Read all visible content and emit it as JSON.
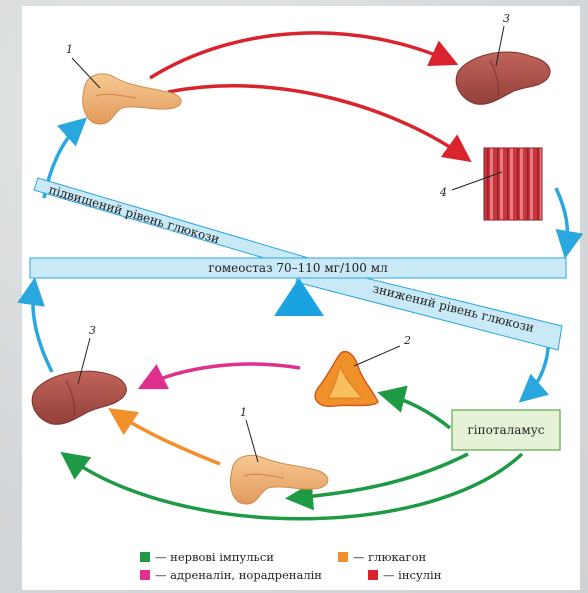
{
  "scale": {
    "homeostasis_label": "гомеостаз 70–110 мг/100 мл",
    "raised_label": "підвищений рівень глюкози",
    "lowered_label": "знижений рівень глюкози"
  },
  "hypothalamus_label": "гіпоталамус",
  "numbers": {
    "pancreas_top": "1",
    "liver_top": "3",
    "muscle": "4",
    "adrenal": "2",
    "pancreas_bottom": "1",
    "liver_bottom": "3"
  },
  "legend": {
    "nerve": "— нервові імпульси",
    "glucagon": "— глюкагон",
    "adrenaline": "— адреналін, норадреналін",
    "insulin": "— інсулін"
  },
  "colors": {
    "nerve": "#1e9a45",
    "glucagon": "#f0902a",
    "adrenaline": "#e0308e",
    "insulin": "#d9232d",
    "feedback": "#2aa7df",
    "bar": "#c9e9f7",
    "hypothalamus": "#e6f2d6"
  }
}
